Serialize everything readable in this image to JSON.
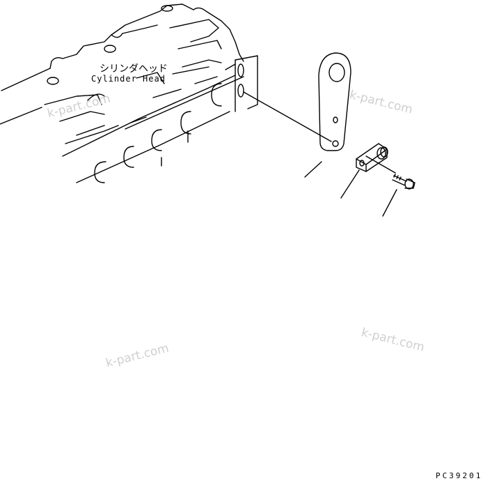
{
  "labels": {
    "part_jp": "シリンダヘッド",
    "part_en": "Cylinder Head",
    "drawing_code": "PC39201"
  },
  "watermark": "k-part.com",
  "colors": {
    "line": "#000000",
    "watermark": "#cfcfcf",
    "background": "#ffffff"
  }
}
